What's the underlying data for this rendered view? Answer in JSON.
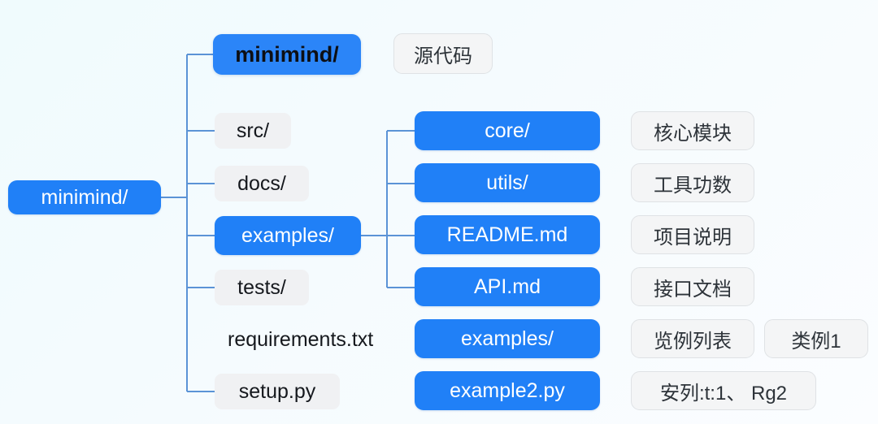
{
  "diagram": {
    "type": "mind-map",
    "title": "minimind/ project structure",
    "colors": {
      "accent_blue": "#2080f7",
      "node_gray": "#f0f1f3",
      "tag_bg": "#f4f5f6",
      "tag_border": "#dfe2e5",
      "wire": "#5b93d6",
      "background": "#f2fbfd",
      "text_dark": "#15181d",
      "text_light": "#ffffff"
    },
    "root": {
      "label": "minimind/"
    },
    "level1": [
      {
        "label": "minimind/"
      },
      {
        "label": "src/"
      },
      {
        "label": "docs/"
      },
      {
        "label": "examples/"
      },
      {
        "label": "tests/"
      },
      {
        "label": "requirements.txt"
      },
      {
        "label": "setup.py"
      }
    ],
    "level2": [
      {
        "label": "core/"
      },
      {
        "label": "utils/"
      },
      {
        "label": "README.md"
      },
      {
        "label": "API.md"
      },
      {
        "label": "examples/"
      },
      {
        "label": "example2.py"
      }
    ],
    "annotations": [
      {
        "label": "源代码"
      },
      {
        "label": "核心模块"
      },
      {
        "label": "工具功数"
      },
      {
        "label": "项目说明"
      },
      {
        "label": "接口文档"
      },
      {
        "label": "览例列表"
      },
      {
        "label": "类例1"
      },
      {
        "label": "安列:t:1、  Rg2"
      }
    ]
  }
}
